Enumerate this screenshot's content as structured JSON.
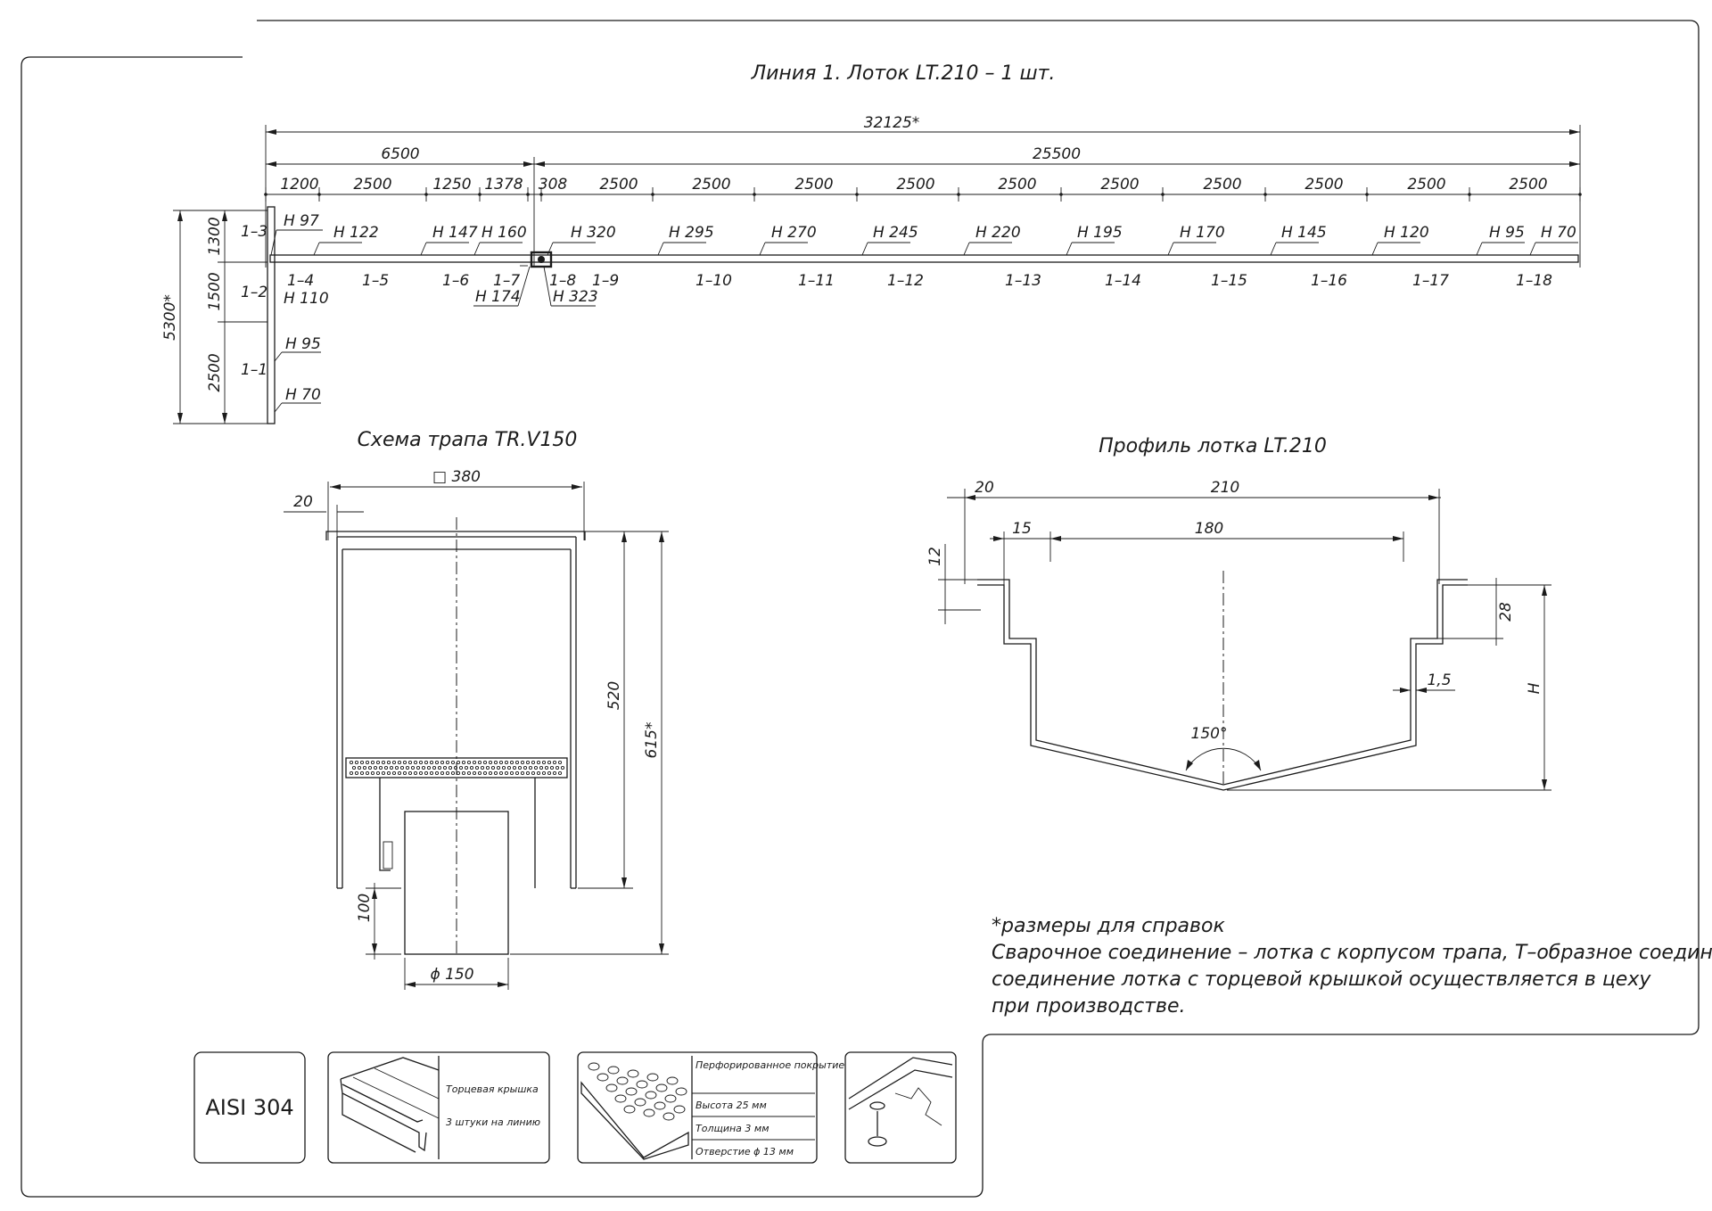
{
  "titles": {
    "line": "Линия 1. Лоток LT.210 – 1 шт.",
    "drain": "Схема трапа TR.V150",
    "profile": "Профиль лотка LT.210"
  },
  "plan": {
    "total": "32125*",
    "part_a": "6500",
    "part_b": "25500",
    "segments": [
      "1200",
      "2500",
      "1250",
      "1378",
      "308",
      "2500",
      "2500",
      "2500",
      "2500",
      "2500",
      "2500",
      "2500",
      "2500",
      "2500",
      "2500"
    ],
    "left_total": "5300*",
    "left_segments": [
      "1300",
      "1500",
      "2500"
    ],
    "left_labels": [
      "1–3",
      "1–2",
      "1–1"
    ],
    "heights_top": [
      "H 97",
      "H 122",
      "H 147",
      "H 160",
      "H 320",
      "H 295",
      "H 270",
      "H 245",
      "H 220",
      "H 195",
      "H 170",
      "H 145",
      "H 120",
      "H 95",
      "H 70"
    ],
    "section_labels": [
      "1–4",
      "1–5",
      "1–6",
      "1–7",
      "1–8",
      "1–9",
      "1–10",
      "1–11",
      "1–12",
      "1–13",
      "1–14",
      "1–15",
      "1–16",
      "1–17",
      "1–18"
    ],
    "heights_low": [
      "H 174",
      "H 323"
    ],
    "heights_left": [
      "H 110",
      "H 95",
      "H 70"
    ]
  },
  "drain": {
    "square": "□ 380",
    "flange": "20",
    "body_h": "520",
    "total_h": "615*",
    "outlet_h": "100",
    "outlet_d": "ϕ 150"
  },
  "profile": {
    "flange": "20",
    "width": "210",
    "step": "15",
    "inner": "180",
    "lip": "12",
    "depth_top": "28",
    "wall": "1,5",
    "angle": "150°",
    "height": "H"
  },
  "notes": [
    "*размеры для справок",
    "Сварочное соединение – лотка с корпусом трапа, Т–образное соединение,",
    "соединение лотка с торцевой крышкой осуществляется в цеху",
    "при производстве."
  ],
  "cards": {
    "material": "AISI 304",
    "endcap_title": "Торцевая крышка",
    "endcap_qty": "3 штуки на линию",
    "grate_rows": [
      "Перфорированное покрытие",
      "Высота 25 мм",
      "Толщина 3 мм",
      "Отверстие ϕ 13 мм"
    ]
  }
}
